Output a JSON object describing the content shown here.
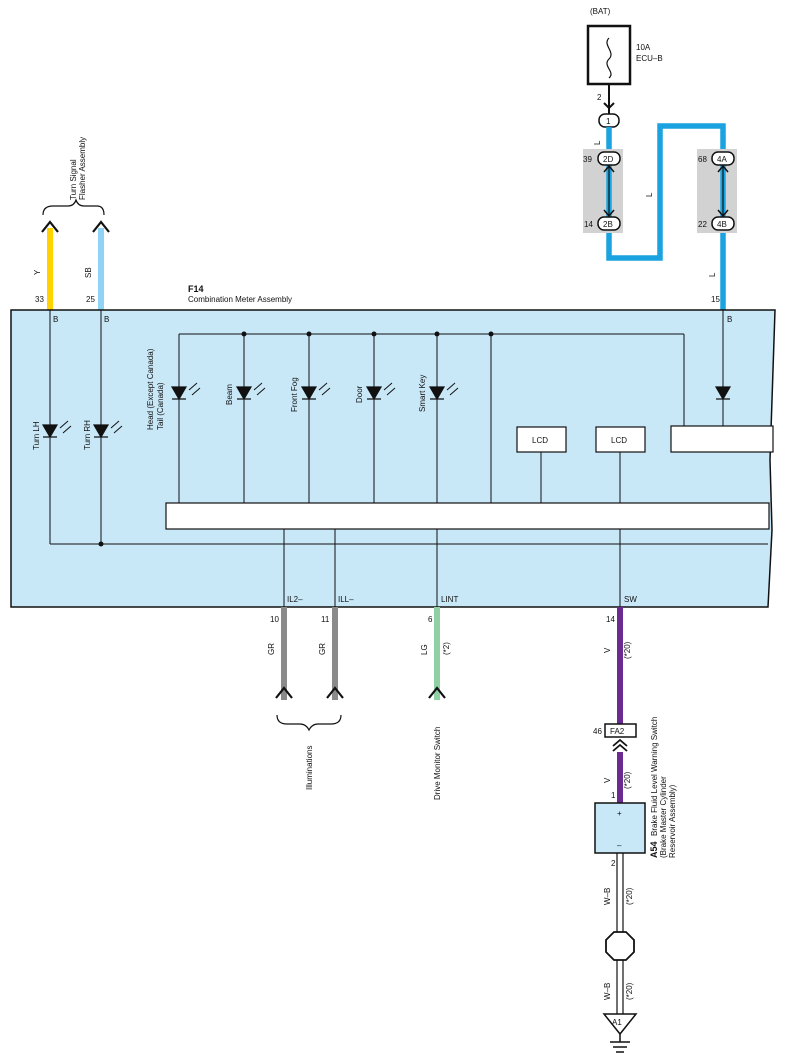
{
  "battery": {
    "label": "(BAT)",
    "fuse_rating": "10A",
    "fuse_name": "ECU–B",
    "pin": "2"
  },
  "connector_1": {
    "pin": "1"
  },
  "junction_left": {
    "top_pin": "39",
    "top_id": "2D",
    "bottom_pin": "14",
    "bottom_id": "2B"
  },
  "junction_right": {
    "top_pin": "68",
    "top_id": "4A",
    "bottom_pin": "22",
    "bottom_id": "4B"
  },
  "wire_colors": {
    "l": "L",
    "y": "Y",
    "sb": "SB",
    "gr": "GR",
    "lg": "LG",
    "v": "V",
    "wb": "W–B"
  },
  "turn_signal": {
    "title": "Turn Signal",
    "subtitle": "Flasher Assembly",
    "pin_y": "33",
    "pin_sb": "25"
  },
  "meter": {
    "id": "F14",
    "name": "Combination Meter Assembly",
    "pin_batt": "15",
    "ground_b": "B"
  },
  "lamps": {
    "turn_lh": "Turn LH",
    "turn_rh": "Turn RH",
    "head_line1": "Head (Except Canada)",
    "head_line2": "Tail (Canada)",
    "beam": "Beam",
    "front_fog": "Front Fog",
    "door": "Door",
    "smart_key": "Smart Key",
    "lcd": "LCD"
  },
  "bottom_terminals": {
    "il2": "IL2–",
    "ill": "ILL–",
    "lint": "LINT",
    "sw": "SW"
  },
  "bottom_pins": {
    "p10": "10",
    "p11": "11",
    "p6": "6",
    "p14": "14"
  },
  "notes": {
    "star2": "(*2)",
    "star20": "(*20)"
  },
  "illuminations_label": "Illuminations",
  "drive_monitor_label": "Drive Monitor Switch",
  "fa2": {
    "pin": "46",
    "id": "FA2"
  },
  "brake_switch": {
    "pin_top": "1",
    "pin_bottom": "2",
    "plus": "+",
    "minus": "–",
    "id": "A54",
    "line1": "Brake Fluid Level Warning Switch",
    "line2": "(Brake Master Cylinder",
    "line3": "Reservoir Assembly)"
  },
  "ground": {
    "id": "A1"
  },
  "colors": {
    "light_blue_fill": "#c9e8f7",
    "blue_wire": "#1aa3e0",
    "yellow_wire": "#ffd200",
    "sb_wire": "#8fd4f5",
    "gray_wire": "#8a8a8a",
    "lg_wire": "#8fd1a3",
    "violet_wire": "#6b2a91",
    "junction_gray": "#d2d2d2"
  }
}
